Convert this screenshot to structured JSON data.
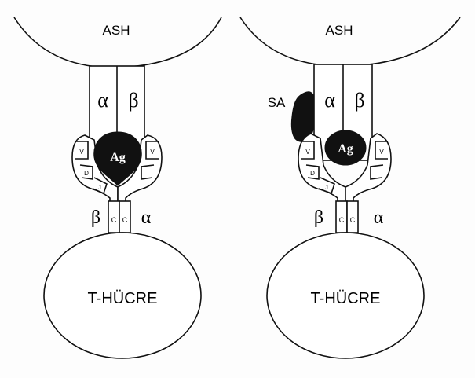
{
  "colors": {
    "line": "#111111",
    "background": "#fdfdfd",
    "fill_dark": "#111111",
    "fill_light": "#ffffff",
    "text_on_dark": "#ffffff"
  },
  "panels": [
    {
      "id": "left",
      "apc_label": "ASH",
      "alpha_label": "α",
      "beta_label": "β",
      "antigen_label": "Ag",
      "v_left": "V",
      "v_right": "V",
      "d_label": "D",
      "j_label": "J",
      "c_left": "C",
      "c_right": "C",
      "lower_left_label": "β",
      "lower_right_label": "α",
      "cell_label": "T-HÜCRE"
    },
    {
      "id": "right",
      "apc_label": "ASH",
      "sa_label": "SA",
      "alpha_label": "α",
      "beta_label": "β",
      "antigen_label": "Ag",
      "v_left": "V",
      "v_right": "V",
      "d_label": "D",
      "j_label": "J",
      "c_left": "C",
      "c_right": "C",
      "lower_left_label": "β",
      "lower_right_label": "α",
      "cell_label": "T-HÜCRE"
    }
  ]
}
